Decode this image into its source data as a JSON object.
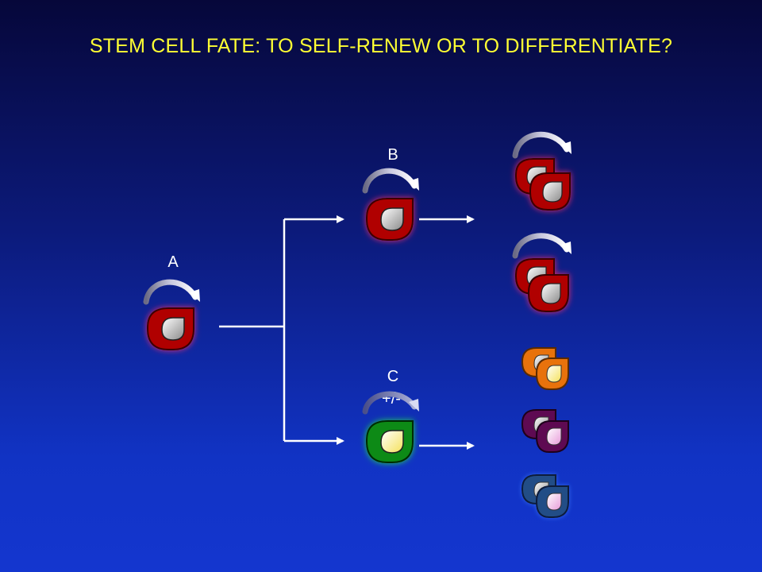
{
  "title": "STEM CELL FATE: TO SELF-RENEW OR TO DIFFERENTIATE?",
  "labels": {
    "a": "A",
    "b": "B",
    "c": "C",
    "c_sub": "+/-"
  },
  "colors": {
    "title": "#ffff33",
    "stem_cell": "#b00000",
    "progenitor_cell": "#0b8a14",
    "orange_cell": "#e8720c",
    "purple_cell": "#5e0a52",
    "blue_cell": "#244d86",
    "arrow": "#ffffff"
  }
}
